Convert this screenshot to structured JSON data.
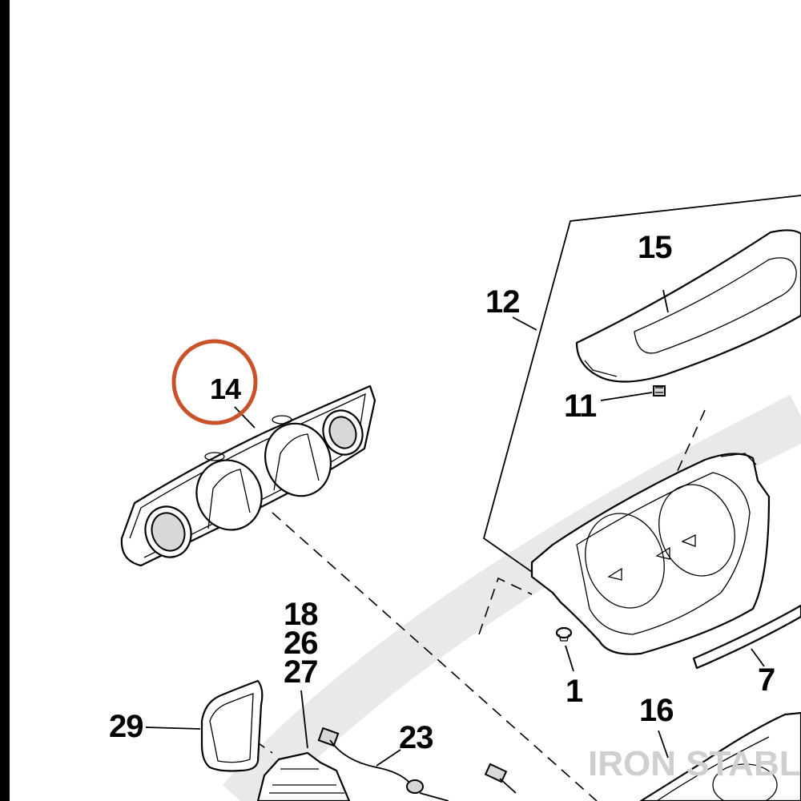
{
  "diagram": {
    "accent_color": "#c8532a",
    "highlighted_callout": "14",
    "callouts": {
      "c1": "1",
      "c7": "7",
      "c11": "11",
      "c12": "12",
      "c14": "14",
      "c15": "15",
      "c16": "16",
      "c18": "18",
      "c23": "23",
      "c26": "26",
      "c27": "27",
      "c29": "29"
    },
    "watermark": "IRON STABLE"
  }
}
